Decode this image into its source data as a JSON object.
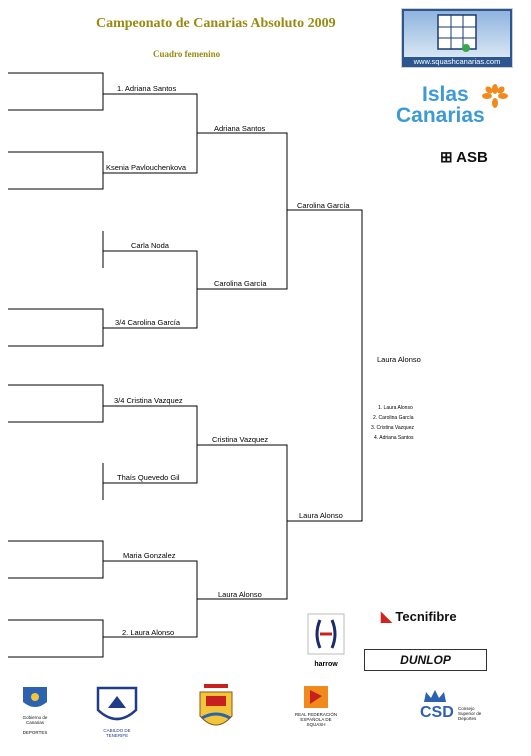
{
  "header": {
    "title": "Campeonato de Canarias Absoluto 2009",
    "subtitle": "Cuadro femenino"
  },
  "bracket": {
    "round1": [
      "1. Adriana Santos",
      "Ksenia Pavlouchenkova",
      "Carla Noda",
      "3/4 Carolina García",
      "3/4 Cristina Vazquez",
      "Thaís Quevedo Gil",
      "Maria Gonzalez",
      "2. Laura Alonso"
    ],
    "round2": [
      "Adriana Santos",
      "Carolina García",
      "Cristina Vazquez",
      "Laura Alonso"
    ],
    "round3": [
      "Carolina García",
      "Laura Alonso"
    ],
    "champion": "Laura Alonso",
    "final_standings": [
      "1. Laura Alonso",
      "2. Carolina García",
      "3. Cristina Vazquez",
      "4. Adriana Santos"
    ]
  },
  "sponsors": {
    "squash_url": "www.squashcanarias.com",
    "islas_line1": "Islas",
    "islas_line2": "Canarias",
    "asb": "⊞ ASB",
    "tecnifibre": "Tecnifibre",
    "dunlop": "DUNLOP",
    "harrow": "harrow",
    "gobierno": "Gobierno de Canarias",
    "gobierno_sub": "DEPORTES",
    "cabildo": "CABILDO DE TENERIFE",
    "federacion": "REAL FEDERACIÓN ESPAÑOLA DE SQUASH",
    "csd": "CSD",
    "csd_sub": "Consejo Superior de Deportes"
  },
  "colors": {
    "title": "#9a8a10",
    "lines": "#000000",
    "islas_blue": "#3d9ad5",
    "islas_orange": "#f08a1c"
  }
}
